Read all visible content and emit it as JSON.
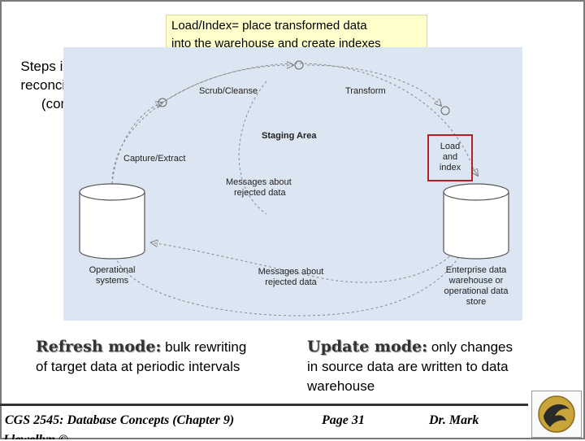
{
  "callout": {
    "line1": "Load/Index= place transformed data",
    "line2": "into the warehouse and create indexes"
  },
  "side_title": {
    "line1": "Steps in data",
    "line2": "reconciliation",
    "line3": "(cont.)"
  },
  "diagram": {
    "scrub": "Scrub/Cleanse",
    "transform": "Transform",
    "staging": "Staging Area",
    "capture": "Capture/Extract",
    "load_lines": [
      "Load",
      "and",
      "index"
    ],
    "messages_top": [
      "Messages about",
      "rejected data"
    ],
    "messages_bottom": [
      "Messages about",
      "rejected data"
    ],
    "operational": [
      "Operational",
      "systems"
    ],
    "enterprise": [
      "Enterprise data",
      "warehouse or",
      "operational data",
      "store"
    ],
    "highlight_color": "#b22222"
  },
  "refresh": {
    "heading": "Refresh mode:",
    "text1": " bulk rewriting",
    "text2": "of target data at periodic intervals"
  },
  "update": {
    "heading": "Update mode:",
    "text1": " only changes",
    "text2": "in source data are written to data",
    "text3": "warehouse"
  },
  "footer": {
    "course": "CGS 2545: Database Concepts  (Chapter 9)",
    "page": "Page 31",
    "author": "Dr. Mark",
    "overflow": "Llewellyn ©"
  }
}
